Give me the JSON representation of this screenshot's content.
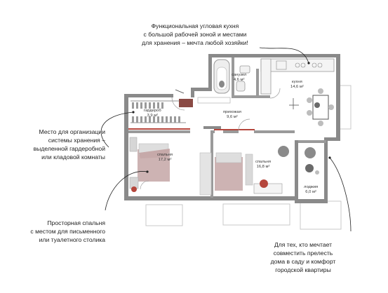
{
  "callouts": {
    "kitchen": [
      "Функциональная угловая кухня",
      "с большой рабочей зоной и местами",
      "для хранения – мечта любой хозяйки!"
    ],
    "storage": [
      "Место для организации",
      "системы хранения –",
      "выделенной гардеробной",
      "или кладовой комнаты"
    ],
    "bedroom": [
      "Просторная спальня",
      "с местом для письменного",
      "или туалетного  столика"
    ],
    "loggia": [
      "Для тех, кто мечтает",
      "совместить прелесть",
      "дома в саду и комфорт",
      "городской квартиры"
    ]
  },
  "rooms": {
    "bathroom": {
      "name": "санузел",
      "area": "4,6 м²"
    },
    "kitchen": {
      "name": "кухня",
      "area": "14,6 м²"
    },
    "wardrobe": {
      "name": "гардероб",
      "area": "3,9 м²"
    },
    "hallway": {
      "name": "прихожая",
      "area": "9,6 м²"
    },
    "bedroom1": {
      "name": "спальня",
      "area": "17,2 м²"
    },
    "bedroom2": {
      "name": "спальня",
      "area": "16,8 м²"
    },
    "loggia": {
      "name": "лоджия",
      "area": "6,0 м²"
    }
  },
  "colors": {
    "wall": "#8a8a8a",
    "wall_dark": "#6e6e6e",
    "bed": "#cdb3b3",
    "accent": "#b5463c",
    "furniture": "#cfcfcf"
  }
}
